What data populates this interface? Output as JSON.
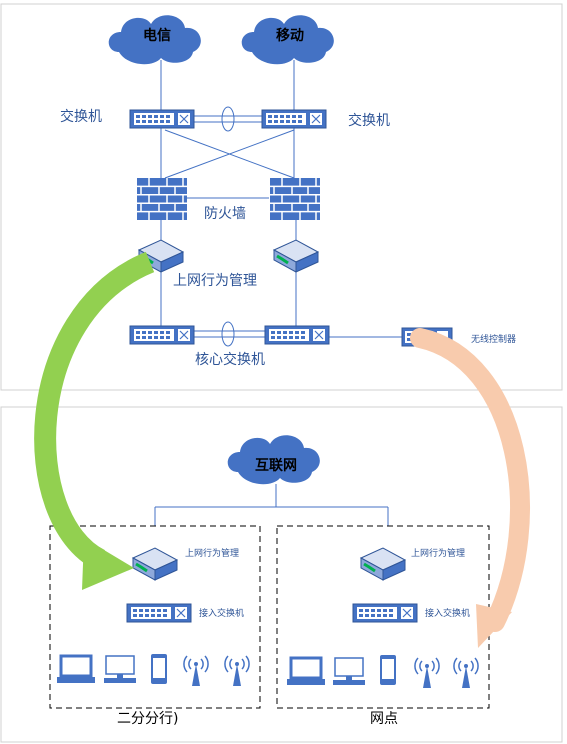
{
  "top": {
    "cloud_left": "电信",
    "cloud_right": "移动",
    "switch_left_label": "交换机",
    "switch_right_label": "交换机",
    "firewall_label": "防火墙",
    "behavior_label": "上网行为管理",
    "core_label": "核心交换机",
    "wlc_label": "无线控制器"
  },
  "bottom": {
    "internet": "互联网",
    "branch": {
      "behavior_label": "上网行为管理",
      "access_label": "接入交换机",
      "caption": "二分分行)"
    },
    "outlet": {
      "behavior_label": "上网行为管理",
      "access_label": "接入交换机",
      "caption": "网点"
    }
  },
  "colors": {
    "device": "#4472c4",
    "line": "#4472c4",
    "green_arrow": "#92d050",
    "peach_arrow": "#f8cbad",
    "label": "#2f5597"
  }
}
